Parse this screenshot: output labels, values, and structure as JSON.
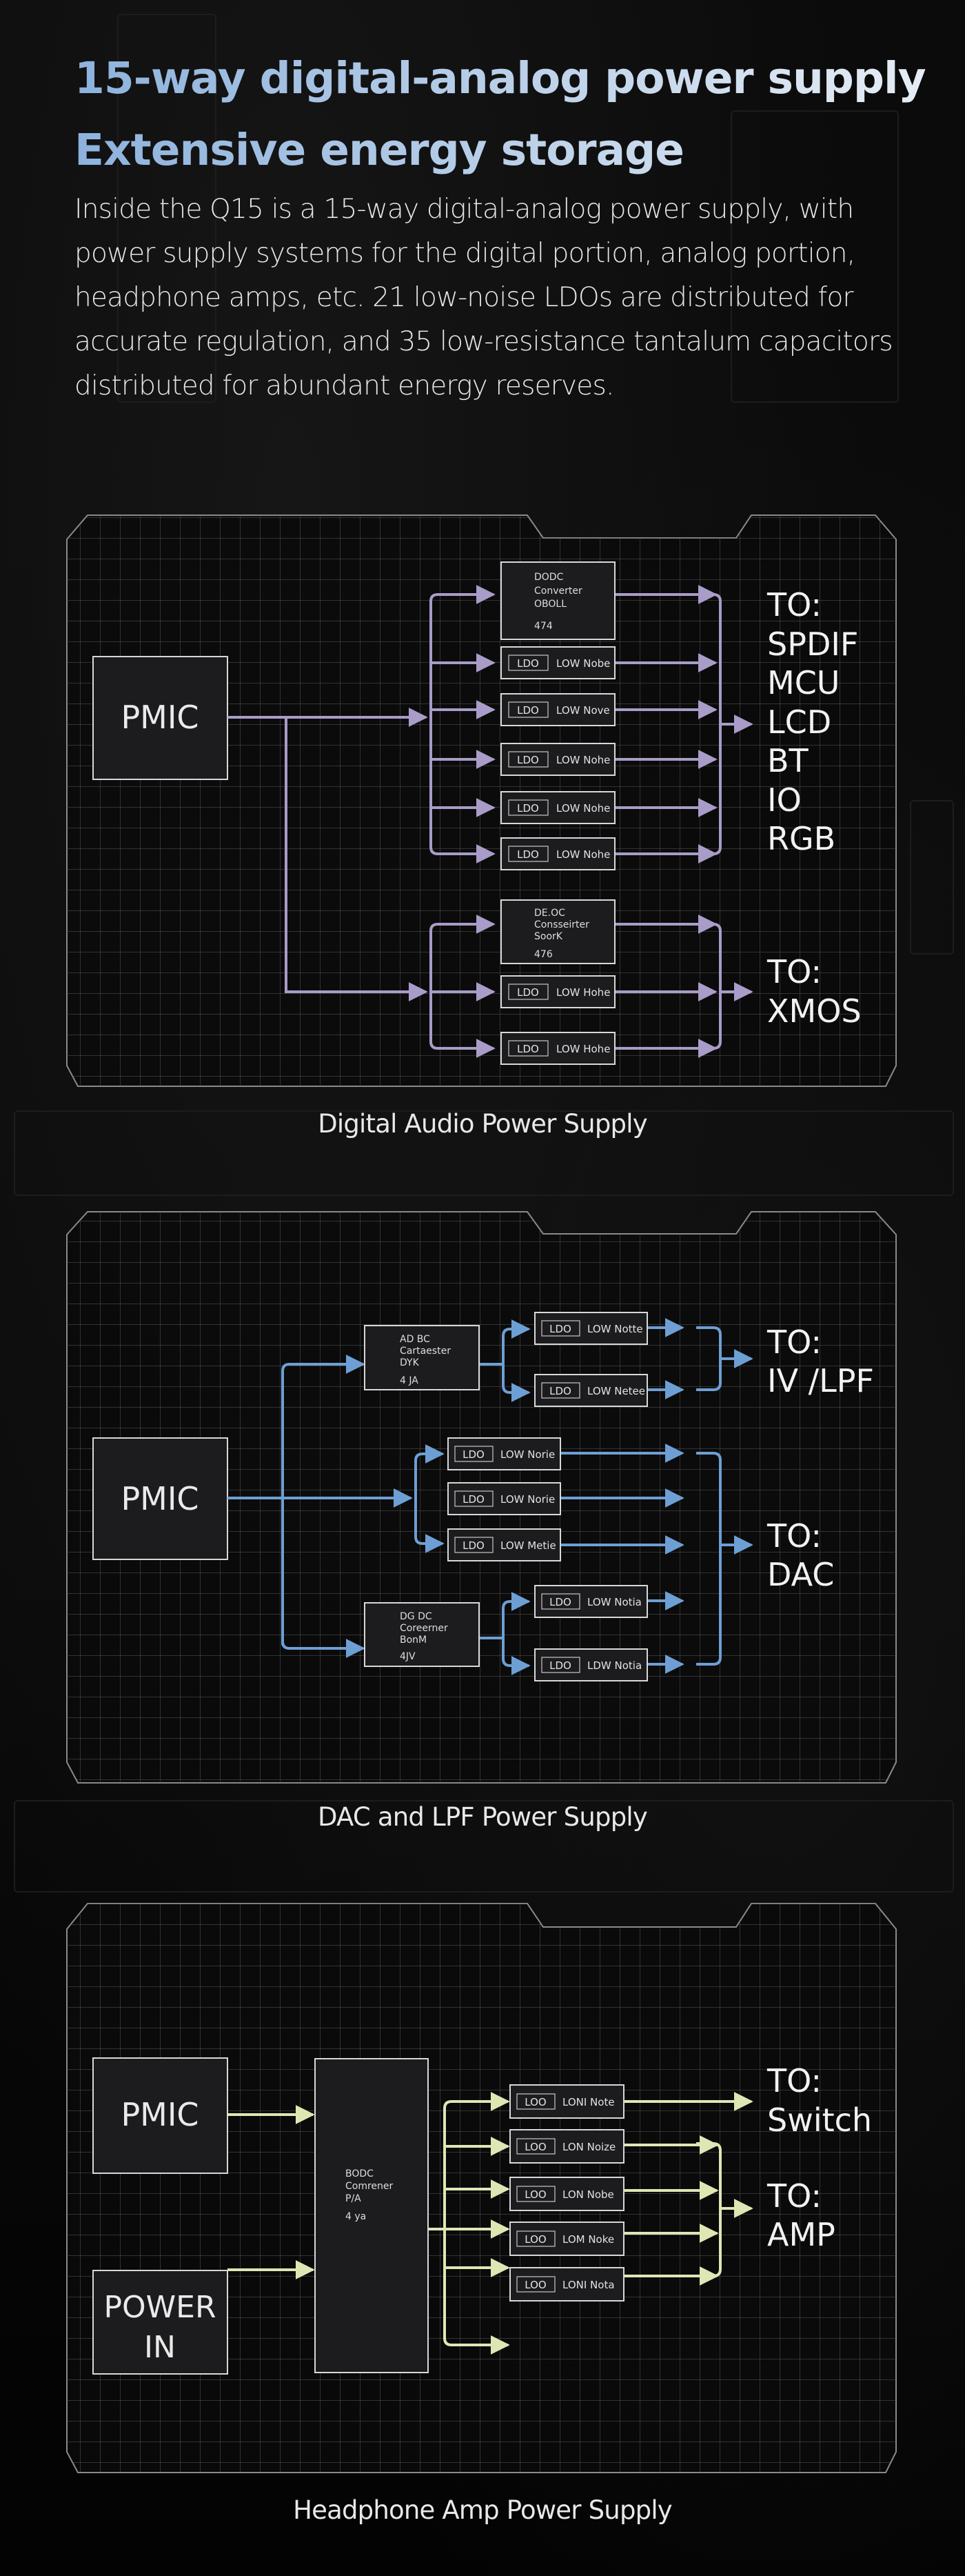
{
  "header": {
    "title_line1": "15-way digital-analog power supply",
    "title_line2": "Extensive energy storage",
    "intro": "Inside the Q15 is a 15-way digital-analog power supply, with power supply systems for the digital portion, analog portion, headphone amps, etc. 21 low-noise LDOs are distributed for accurate regulation, and 35 low-resistance tantalum capacitors distributed for abundant energy reserves."
  },
  "colors": {
    "digital_arrow": "#a99cc8",
    "dac_arrow": "#6d9fd4",
    "amp_arrow": "#dfe6b4",
    "title_start": "#8db2dd",
    "title_end": "#e6edf5"
  },
  "panels": [
    {
      "caption": "Digital Audio Power Supply",
      "source": "PMIC",
      "groups": [
        {
          "converter": {
            "line1": "DODC",
            "line2": "Converter",
            "line3": "OBOLL",
            "line4": "474"
          },
          "ldos": [
            {
              "tag": "LDO",
              "label": "LOW Nobe"
            },
            {
              "tag": "LDO",
              "label": "LOW Nove"
            },
            {
              "tag": "LDO",
              "label": "LOW Nohe"
            },
            {
              "tag": "LDO",
              "label": "LOW Nohe"
            },
            {
              "tag": "LDO",
              "label": "LOW Nohe"
            }
          ],
          "destination_prefix": "TO:",
          "destinations": [
            "SPDIF",
            "MCU",
            "LCD",
            "BT",
            "IO",
            "RGB"
          ]
        },
        {
          "converter": {
            "line1": "DE.OC",
            "line2": "Consseirter",
            "line3": "SoorK",
            "line4": "476"
          },
          "ldos": [
            {
              "tag": "LDO",
              "label": "LOW Hohe"
            },
            {
              "tag": "LDO",
              "label": "LOW Hohe"
            }
          ],
          "destination_prefix": "TO:",
          "destinations": [
            "XMOS"
          ]
        }
      ]
    },
    {
      "caption": "DAC and LPF Power Supply",
      "source": "PMIC",
      "groups": [
        {
          "converter": {
            "line1": "AD BC",
            "line2": "Cartaester",
            "line3": "DYK",
            "line4": "4 JA"
          },
          "ldos": [
            {
              "tag": "LDO",
              "label": "LOW Notte"
            },
            {
              "tag": "LDO",
              "label": "LOW Netee"
            }
          ],
          "destination_prefix": "TO:",
          "destinations": [
            "IV /LPF"
          ]
        },
        {
          "ldos": [
            {
              "tag": "LDO",
              "label": "LOW Norie"
            },
            {
              "tag": "LDO",
              "label": "LOW Norie"
            },
            {
              "tag": "LDO",
              "label": "LOW Metie"
            }
          ],
          "destination_prefix": "TO:",
          "destinations": [
            "DAC"
          ]
        },
        {
          "converter": {
            "line1": "DG DC",
            "line2": "Coreerner",
            "line3": "BonM",
            "line4": "4JV"
          },
          "ldos": [
            {
              "tag": "LDO",
              "label": "LOW Notia"
            },
            {
              "tag": "LDO",
              "label": "LDW Notia"
            }
          ]
        }
      ]
    },
    {
      "caption": "Headphone Amp Power Supply",
      "sources": [
        "PMIC",
        "POWER",
        "IN"
      ],
      "converter": {
        "line1": "BODC",
        "line2": "Comrener",
        "line3": "P/A",
        "line4": "4 ya"
      },
      "ldos": [
        {
          "tag": "LOO",
          "label": "LONI Note"
        },
        {
          "tag": "LOO",
          "label": "LON Noize"
        },
        {
          "tag": "LOO",
          "label": "LON Nobe"
        },
        {
          "tag": "LOO",
          "label": "LOM Noke"
        },
        {
          "tag": "LOO",
          "label": "LONI Nota"
        }
      ],
      "destinations": [
        {
          "prefix": "TO:",
          "name": "Switch"
        },
        {
          "prefix": "TO:",
          "name": "AMP"
        }
      ]
    }
  ]
}
